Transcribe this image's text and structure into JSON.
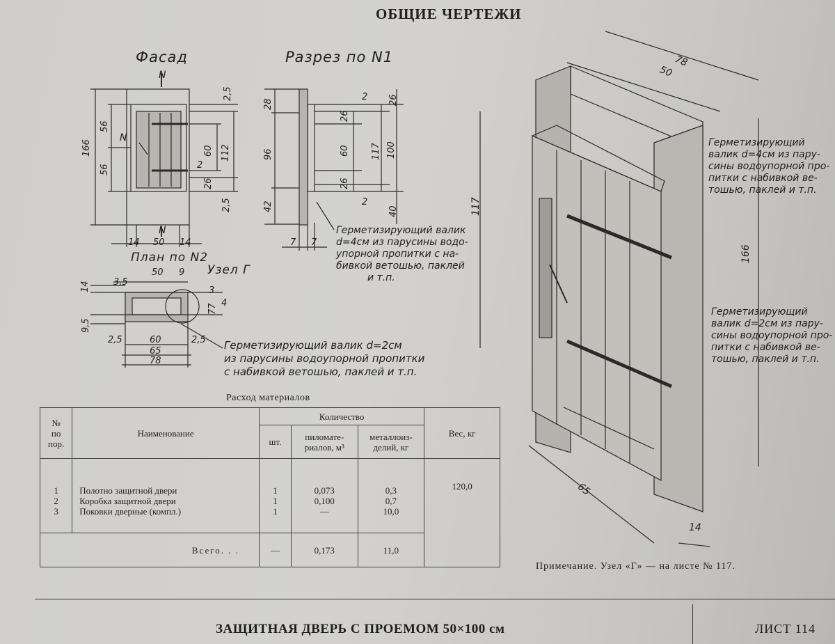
{
  "header": {
    "title": "ОБЩИЕ ЧЕРТЕЖИ"
  },
  "views": {
    "facade": "Фасад",
    "section": "Разрез по N1",
    "plan": "План по N2",
    "node": "Узел Г",
    "section_marks": [
      "N",
      "N",
      "N"
    ]
  },
  "dims_facade": {
    "h_total": "166",
    "a": "56",
    "b": "56",
    "top": "2,5",
    "mid1": "60",
    "mid2": "112",
    "c": "2",
    "d": "26",
    "bot": "2,5",
    "w1": "14",
    "w2": "50",
    "w3": "14"
  },
  "dims_section": {
    "t28": "28",
    "t96": "96",
    "t42": "42",
    "s26a": "26",
    "s60": "60",
    "s26b": "26",
    "s117": "117",
    "s100": "100",
    "s2a": "2",
    "s2b": "2",
    "s26c": "26",
    "s40": "40",
    "w7a": "7",
    "w7b": "7"
  },
  "dims_plan": {
    "p14": "14",
    "p35": "3,5",
    "p50": "50",
    "p9": "9",
    "p3": "3",
    "p77": "77",
    "p4": "4",
    "p95": "9,5",
    "p25a": "2,5",
    "p60": "60",
    "p25b": "2,5",
    "p65": "65",
    "p78": "78"
  },
  "dims_iso": {
    "d78": "78",
    "d50": "50",
    "d117": "117",
    "d166": "166",
    "d65": "65",
    "d14": "14"
  },
  "notes": {
    "section_note": [
      "Герметизирующий валик",
      "d=4см из парусины водо-",
      "упорной пропитки с на-",
      "бивкой ветошью, паклей",
      "и т.п."
    ],
    "plan_note": [
      "Герметизирующий валик d=2см",
      "из парусины водоупорной пропитки",
      "с набивкой ветошью, паклей и т.п."
    ],
    "iso_note_top": [
      "Герметизирующий",
      "валик d=4см из пару-",
      "сины водоупорной про-",
      "питки с набивкой ве-",
      "тошью, паклей и т.п."
    ],
    "iso_note_bottom": [
      "Герметизирующий",
      "валик d=2см из пару-",
      "сины водоупорной про-",
      "питки с набивкой ве-",
      "тошью, паклей и т.п."
    ]
  },
  "materials": {
    "title": "Расход материалов",
    "headers": {
      "num": [
        "№",
        "по",
        "пор."
      ],
      "name": "Наименование",
      "qty": "Количество",
      "pcs": "шт.",
      "lumber": [
        "пиломате-",
        "риалов, м³"
      ],
      "metal": [
        "металлоиз-",
        "делий, кг"
      ],
      "weight": "Вес, кг"
    },
    "rows": [
      {
        "num": "1",
        "name": "Полотно защитной двери",
        "pcs": "1",
        "lumber": "0,073",
        "metal": "0,3"
      },
      {
        "num": "2",
        "name": "Коробка защитной двери",
        "pcs": "1",
        "lumber": "0,100",
        "metal": "0,7"
      },
      {
        "num": "3",
        "name": "Поковки дверные (компл.)",
        "pcs": "1",
        "lumber": "—",
        "metal": "10,0"
      }
    ],
    "weight_value": "120,0",
    "total": {
      "label": "Всего. . .",
      "pcs": "—",
      "lumber": "0,173",
      "metal": "11,0"
    }
  },
  "footnote": "Примечание. Узел «Г» — на листе № 117.",
  "bottom": {
    "title": "ЗАЩИТНАЯ ДВЕРЬ С ПРОЕМОМ 50×100 см",
    "sheet": "ЛИСТ 114"
  }
}
